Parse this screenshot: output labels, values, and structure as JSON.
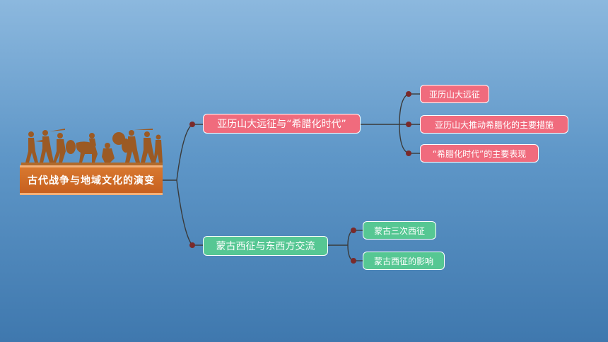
{
  "root": {
    "title": "古代战争与地域文化的演变"
  },
  "branches": [
    {
      "label": "亚历山大远征与“希腊化时代”",
      "color": "#f06b7d",
      "children": [
        "亚历山大远征",
        "亚历山大推动希腊化的主要措施",
        "“希腊化时代”的主要表现"
      ]
    },
    {
      "label": "蒙古西征与东西方交流",
      "color": "#56c793",
      "children": [
        "蒙古三次西征",
        "蒙古西征的影响"
      ]
    }
  ],
  "colors": {
    "root": "#c7601f",
    "connector": "#3b3b3b",
    "dot": "#7a2a2a"
  }
}
